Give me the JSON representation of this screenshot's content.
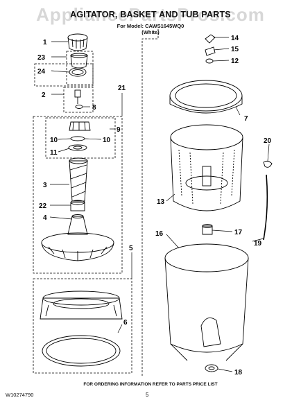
{
  "watermark": "AppliancePartsPros.com",
  "header": {
    "title": "AGITATOR, BASKET AND TUB PARTS",
    "model_line": "For Model: CAWS1645WQ0",
    "color_line": "(White)"
  },
  "callouts": [
    "1",
    "23",
    "24",
    "2",
    "8",
    "21",
    "9",
    "10",
    "10",
    "11",
    "3",
    "22",
    "4",
    "5",
    "6",
    "14",
    "15",
    "12",
    "7",
    "20",
    "13",
    "17",
    "16",
    "19",
    "18"
  ],
  "footer": {
    "note": "FOR ORDERING INFORMATION REFER TO PARTS PRICE LIST",
    "doc_number": "W10274790",
    "page_number": "5"
  }
}
